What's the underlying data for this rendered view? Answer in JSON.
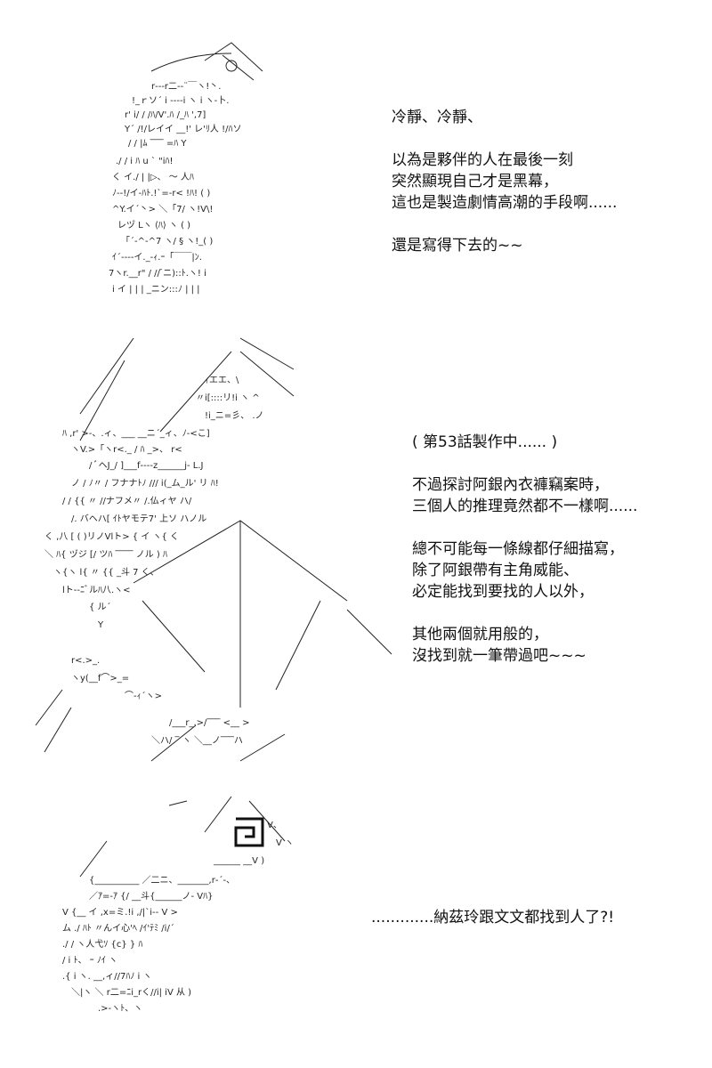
{
  "panels": [
    {
      "lines": [
        "冷靜、冷靜、",
        "",
        "以為是夥伴的人在最後一刻",
        "突然顯現自己才是黑幕，",
        "這也是製造劇情高潮的手段啊......",
        "",
        "還是寫得下去的~~"
      ]
    },
    {
      "lines": [
        "( 第53話製作中...... )",
        "",
        "不過探討阿銀內衣褲竊案時，",
        "三個人的推理竟然都不一樣啊......",
        "",
        "總不可能每一條線都仔細描寫，",
        "除了阿銀帶有主角威能、",
        "必定能找到要找的人以外，",
        "",
        "其他兩個就用般的，",
        "沒找到就一筆帶過吧~~~"
      ]
    },
    {
      "lines": [
        ".............納茲玲跟文文都找到人了?!"
      ]
    }
  ]
}
